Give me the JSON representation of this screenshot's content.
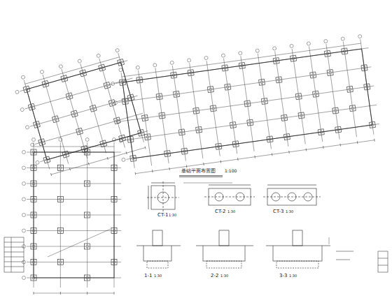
{
  "diagram": {
    "labels": [
      "基础平面布置图",
      "1:100",
      "CT-1",
      "1:30",
      "CT-2",
      "1:30",
      "CT-3",
      "1:30",
      "1-1",
      "1:30",
      "2-2",
      "1:30",
      "3-3",
      "1:30"
    ]
  }
}
